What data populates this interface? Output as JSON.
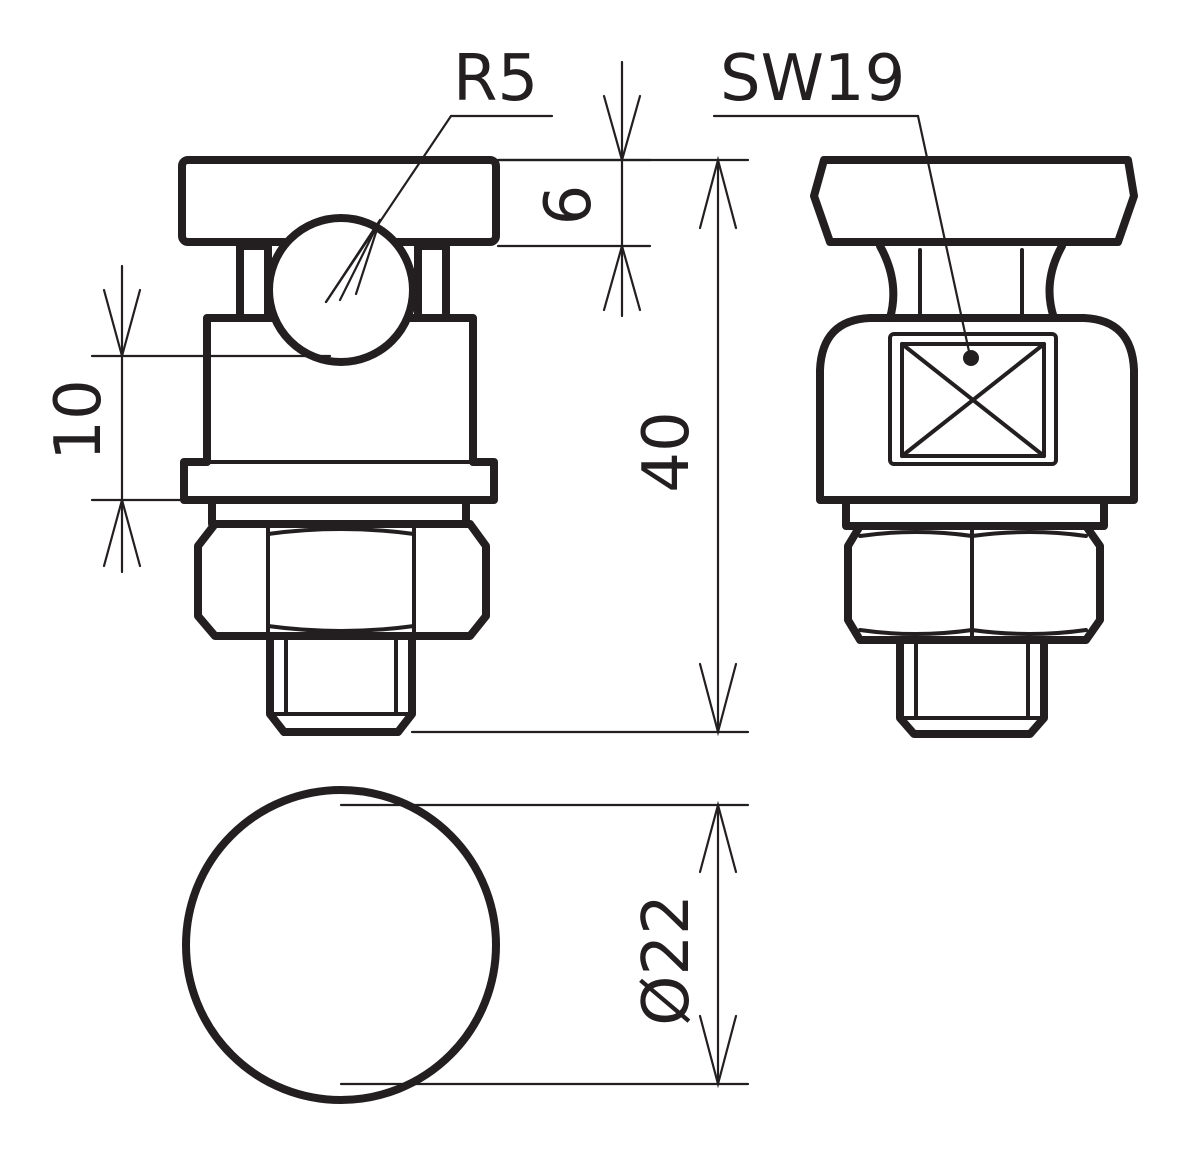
{
  "dimensions": {
    "radius": "R5",
    "wrench_size": "SW19",
    "head_thickness": "6",
    "bore_height": "10",
    "overall_height": "40",
    "diameter": "Ø22"
  },
  "colors": {
    "line": "#231f20",
    "background": "#ffffff"
  }
}
